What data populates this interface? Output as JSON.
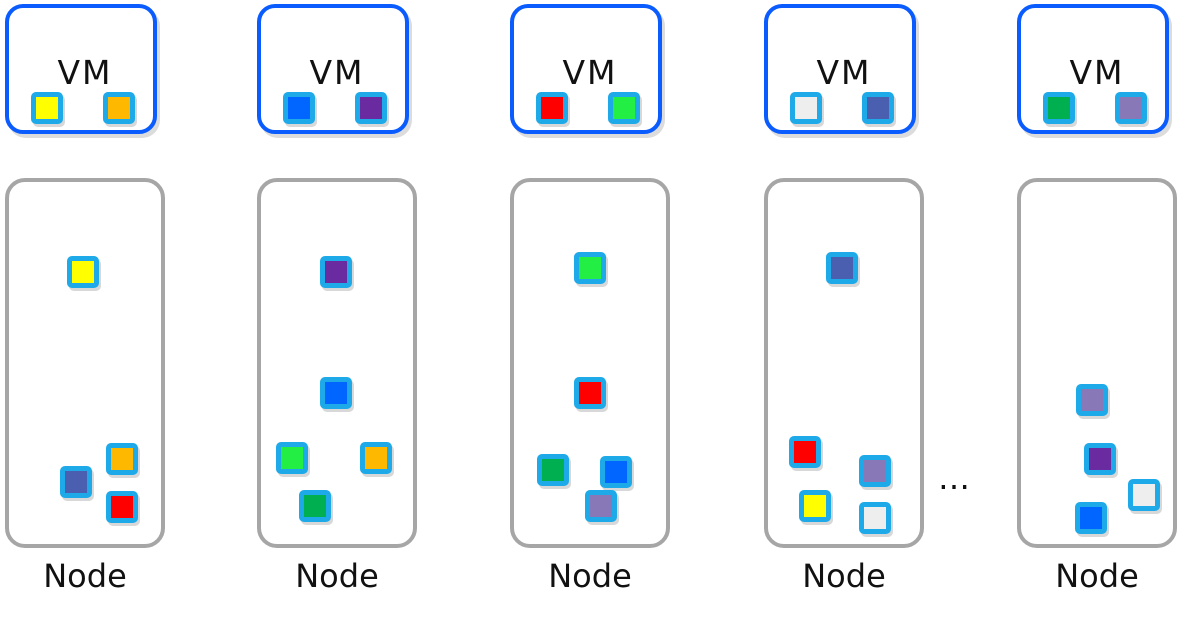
{
  "colors": {
    "vm_border": "#0a5cff",
    "node_border": "#a6a6a6",
    "chip_border": "#1ea9e8"
  },
  "ellipsis": "…",
  "columns": [
    {
      "vm_label": "VM",
      "node_label": "Node",
      "vm_chips": [
        "#ffff00",
        "#ffb800"
      ],
      "node_chips": [
        "#ffff00",
        "#ffb800",
        "#4a5fb0",
        "#ff0000"
      ]
    },
    {
      "vm_label": "VM",
      "node_label": "Node",
      "vm_chips": [
        "#0066ff",
        "#6a2aa0"
      ],
      "node_chips": [
        "#6a2aa0",
        "#0066ff",
        "#22ee44",
        "#ffb800",
        "#00b050"
      ]
    },
    {
      "vm_label": "VM",
      "node_label": "Node",
      "vm_chips": [
        "#ff0000",
        "#22ee44"
      ],
      "node_chips": [
        "#22ee44",
        "#ff0000",
        "#00b050",
        "#0066ff",
        "#8878b8"
      ]
    },
    {
      "vm_label": "VM",
      "node_label": "Node",
      "vm_chips": [
        "#eeeeee",
        "#4a5fb0"
      ],
      "node_chips": [
        "#4a5fb0",
        "#ff0000",
        "#8878b8",
        "#ffff00",
        "#eeeeee"
      ]
    },
    {
      "vm_label": "VM",
      "node_label": "Node",
      "vm_chips": [
        "#00b050",
        "#8878b8"
      ],
      "node_chips": [
        "#8878b8",
        "#6a2aa0",
        "#eeeeee",
        "#0066ff"
      ]
    }
  ]
}
